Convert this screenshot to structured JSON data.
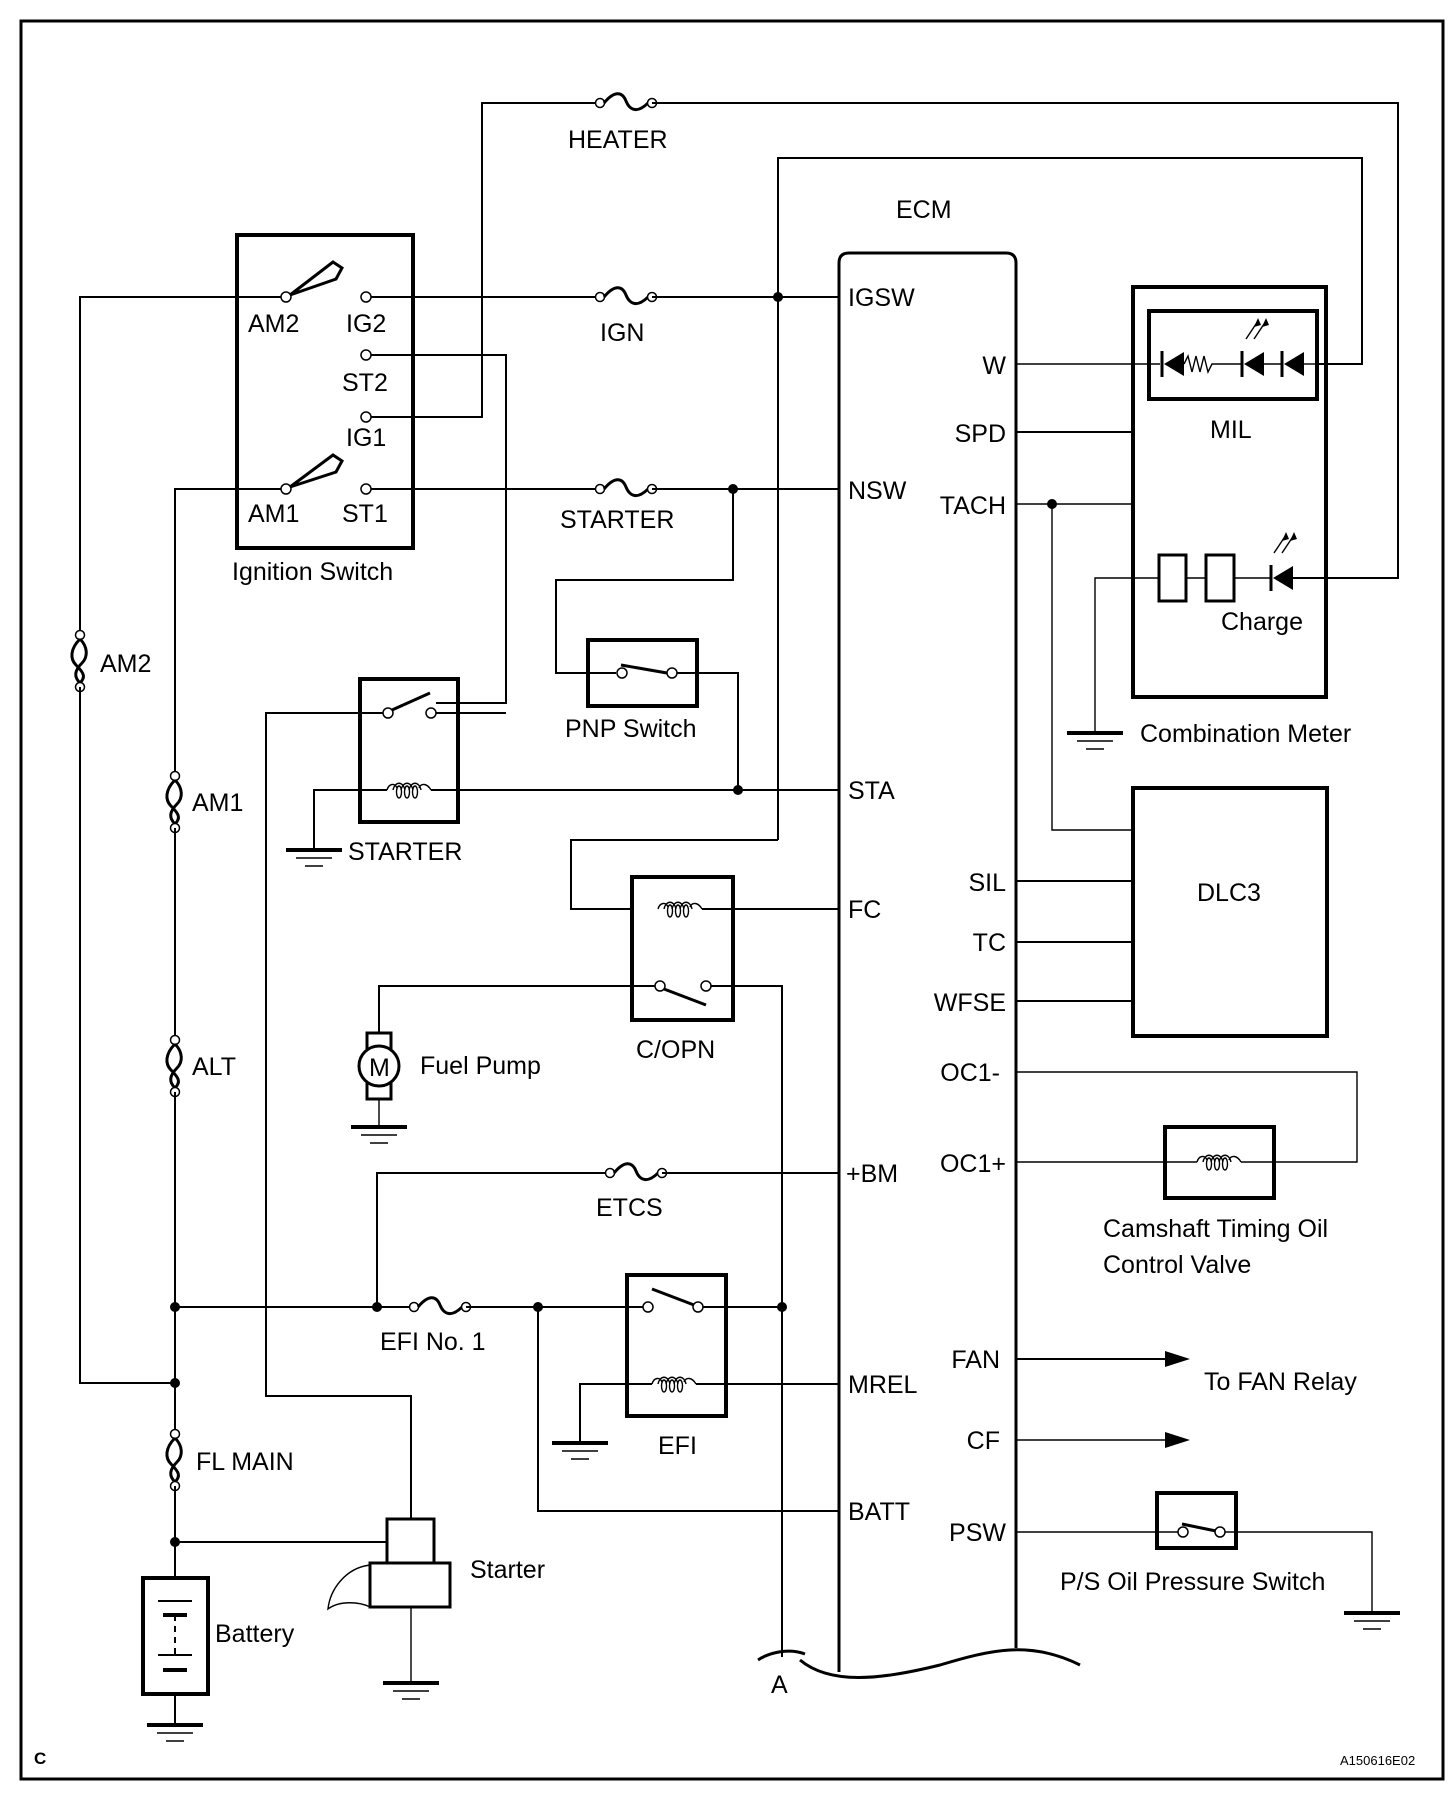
{
  "diagram": {
    "corner_mark": "C",
    "figure_id": "A150616E02",
    "components": {
      "ignition_switch": "Ignition Switch",
      "ecm": "ECM",
      "mil": "MIL",
      "charge": "Charge",
      "combination_meter": "Combination Meter",
      "dlc3": "DLC3",
      "camshaft_line1": "Camshaft Timing Oil",
      "camshaft_line2": "Control Valve",
      "pnp_switch": "PNP Switch",
      "starter_relay": "STARTER",
      "fuel_pump": "Fuel Pump",
      "copn": "C/OPN",
      "efi_relay": "EFI",
      "starter_motor": "Starter",
      "battery": "Battery",
      "ps_switch": "P/S Oil Pressure Switch",
      "fan_relay": "To FAN Relay",
      "connector_a": "A",
      "motor_symbol": "M"
    },
    "ignition_terminals": {
      "am2": "AM2",
      "ig2": "IG2",
      "st2": "ST2",
      "ig1": "IG1",
      "am1": "AM1",
      "st1": "ST1"
    },
    "fuses": {
      "heater": "HEATER",
      "ign": "IGN",
      "starter": "STARTER",
      "etcs": "ETCS",
      "efi_no1": "EFI No. 1",
      "am2": "AM2",
      "am1": "AM1",
      "alt": "ALT",
      "fl_main": "FL MAIN"
    },
    "ecm_left_pins": {
      "igsw": "IGSW",
      "nsw": "NSW",
      "sta": "STA",
      "fc": "FC",
      "bm": "+BM",
      "mrel": "MREL",
      "batt": "BATT"
    },
    "ecm_right_pins": {
      "w": "W",
      "spd": "SPD",
      "tach": "TACH",
      "sil": "SIL",
      "tc": "TC",
      "wfse": "WFSE",
      "oc1m": "OC1-",
      "oc1p": "OC1+",
      "fan": "FAN",
      "cf": "CF",
      "psw": "PSW"
    }
  }
}
